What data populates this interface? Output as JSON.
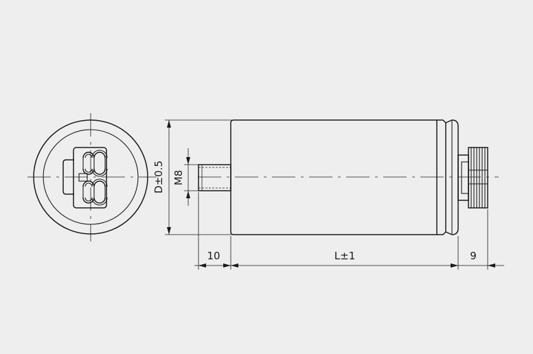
{
  "dimensions": {
    "diameter": "D±0.5",
    "thread": "M8",
    "stud_length": "10",
    "body_length": "L±1",
    "terminal_length": "9"
  },
  "colors": {
    "background": "#eeeeee",
    "line": "#1a1a1a"
  }
}
